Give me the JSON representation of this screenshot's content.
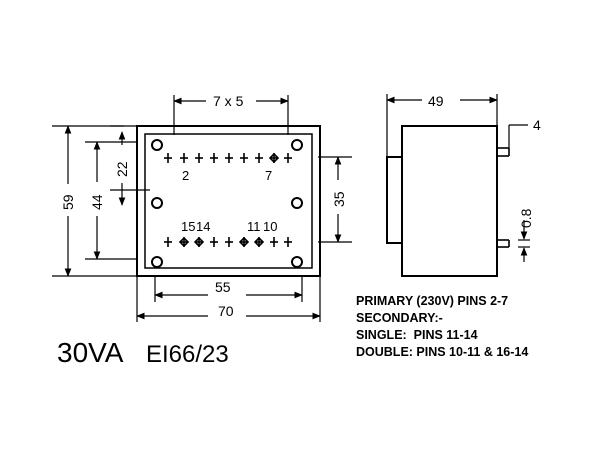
{
  "front_view": {
    "dim_pitch": "7 x 5",
    "dim_height": "59",
    "dim_pin_span": "44",
    "dim_edge": "22",
    "dim_row_gap": "35",
    "dim_base": "55",
    "dim_width": "70",
    "pin_labels": {
      "p2": "2",
      "p7": "7",
      "p15": "15",
      "p14": "14",
      "p11": "11",
      "p10": "10"
    }
  },
  "side_view": {
    "dim_depth": "49",
    "dim_pin_len": "4",
    "dim_pin_dia": "0.8"
  },
  "title": {
    "rating": "30VA",
    "core": "EI66/23"
  },
  "notes": [
    "PRIMARY (230V) PINS 2-7",
    "SECONDARY:-",
    "SINGLE:  PINS 11-14",
    "DOUBLE: PINS 10-11 & 16-14"
  ]
}
